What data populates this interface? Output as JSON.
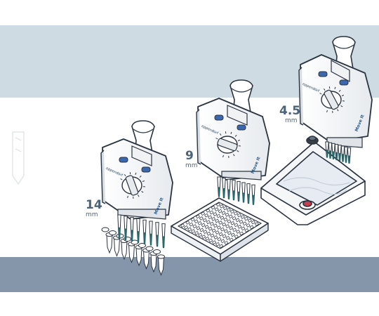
{
  "labels": {
    "spacing_small": {
      "value": "4.5",
      "unit": "mm"
    },
    "spacing_medium": {
      "value": "9",
      "unit": "mm"
    },
    "spacing_large": {
      "value": "14",
      "unit": "mm"
    }
  },
  "pipettes": [
    {
      "brand": "eppendorf",
      "model": "Move It"
    },
    {
      "brand": "eppendorf",
      "model": "Move It"
    },
    {
      "brand": "eppendorf",
      "model": "Move It"
    }
  ],
  "colors": {
    "band_top": "#cfdbe2",
    "band_bottom": "#8596ab",
    "label": "#4d6478",
    "outline": "#2a3440",
    "tip_accent": "#1e6e6e",
    "button_blue": "#3a68b0",
    "reservoir_red": "#c84050"
  }
}
